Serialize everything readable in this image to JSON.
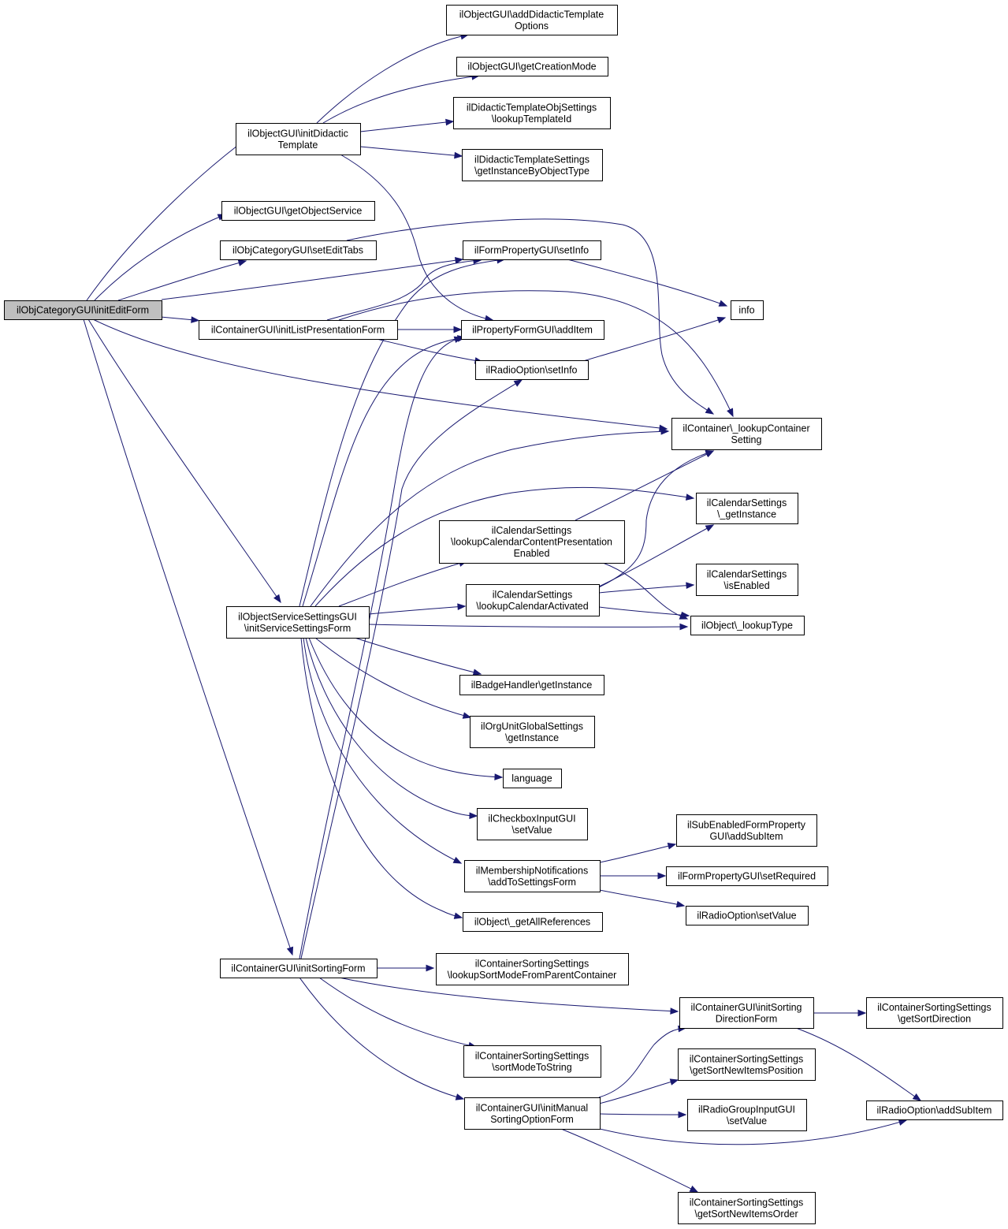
{
  "colors": {
    "edge": "#191970",
    "root_fill": "#bfbfbf",
    "node_fill": "#ffffff",
    "node_border": "#000000"
  },
  "nodes": [
    {
      "id": "root",
      "lines": [
        "ilObjCategoryGUI\\initEditForm"
      ],
      "root": true
    },
    {
      "id": "initDidactic",
      "lines": [
        "ilObjectGUI\\initDidactic",
        "Template"
      ]
    },
    {
      "id": "getObjectService",
      "lines": [
        "ilObjectGUI\\getObjectService"
      ]
    },
    {
      "id": "setEditTabs",
      "lines": [
        "ilObjCategoryGUI\\setEditTabs"
      ]
    },
    {
      "id": "initListPres",
      "lines": [
        "ilContainerGUI\\initListPresentationForm"
      ]
    },
    {
      "id": "initServiceSettings",
      "lines": [
        "ilObjectServiceSettingsGUI",
        "\\initServiceSettingsForm"
      ]
    },
    {
      "id": "initSortingForm",
      "lines": [
        "ilContainerGUI\\initSortingForm"
      ]
    },
    {
      "id": "addDidacticOptions",
      "lines": [
        "ilObjectGUI\\addDidacticTemplate",
        "Options"
      ]
    },
    {
      "id": "getCreationMode",
      "lines": [
        "ilObjectGUI\\getCreationMode"
      ]
    },
    {
      "id": "lookupTemplateId",
      "lines": [
        "ilDidacticTemplateObjSettings",
        "\\lookupTemplateId"
      ]
    },
    {
      "id": "getInstanceByObjectType",
      "lines": [
        "ilDidacticTemplateSettings",
        "\\getInstanceByObjectType"
      ]
    },
    {
      "id": "formSetInfo",
      "lines": [
        "ilFormPropertyGUI\\setInfo"
      ]
    },
    {
      "id": "addItem",
      "lines": [
        "ilPropertyFormGUI\\addItem"
      ]
    },
    {
      "id": "radioSetInfo",
      "lines": [
        "ilRadioOption\\setInfo"
      ]
    },
    {
      "id": "info",
      "lines": [
        "info"
      ]
    },
    {
      "id": "lookupContainerSetting",
      "lines": [
        "ilContainer\\_lookupContainer",
        "Setting"
      ]
    },
    {
      "id": "calGetInstance",
      "lines": [
        "ilCalendarSettings",
        "\\_getInstance"
      ]
    },
    {
      "id": "lookupCalContent",
      "lines": [
        "ilCalendarSettings",
        "\\lookupCalendarContentPresentation",
        "Enabled"
      ]
    },
    {
      "id": "calIsEnabled",
      "lines": [
        "ilCalendarSettings",
        "\\isEnabled"
      ]
    },
    {
      "id": "lookupCalActivated",
      "lines": [
        "ilCalendarSettings",
        "\\lookupCalendarActivated"
      ]
    },
    {
      "id": "lookupType",
      "lines": [
        "ilObject\\_lookupType"
      ]
    },
    {
      "id": "badgeGetInstance",
      "lines": [
        "ilBadgeHandler\\getInstance"
      ]
    },
    {
      "id": "orgUnitGetInstance",
      "lines": [
        "ilOrgUnitGlobalSettings",
        "\\getInstance"
      ]
    },
    {
      "id": "language",
      "lines": [
        "language"
      ]
    },
    {
      "id": "checkboxSetValue",
      "lines": [
        "ilCheckboxInputGUI",
        "\\setValue"
      ]
    },
    {
      "id": "addSubItemSub",
      "lines": [
        "ilSubEnabledFormProperty",
        "GUI\\addSubItem"
      ]
    },
    {
      "id": "membershipNotif",
      "lines": [
        "ilMembershipNotifications",
        "\\addToSettingsForm"
      ]
    },
    {
      "id": "setRequired",
      "lines": [
        "ilFormPropertyGUI\\setRequired"
      ]
    },
    {
      "id": "radioSetValue",
      "lines": [
        "ilRadioOption\\setValue"
      ]
    },
    {
      "id": "getAllReferences",
      "lines": [
        "ilObject\\_getAllReferences"
      ]
    },
    {
      "id": "lookupSortMode",
      "lines": [
        "ilContainerSortingSettings",
        "\\lookupSortModeFromParentContainer"
      ]
    },
    {
      "id": "initSortingDirection",
      "lines": [
        "ilContainerGUI\\initSorting",
        "DirectionForm"
      ]
    },
    {
      "id": "getSortDirection",
      "lines": [
        "ilContainerSortingSettings",
        "\\getSortDirection"
      ]
    },
    {
      "id": "sortModeToString",
      "lines": [
        "ilContainerSortingSettings",
        "\\sortModeToString"
      ]
    },
    {
      "id": "getSortNewItemsPosition",
      "lines": [
        "ilContainerSortingSettings",
        "\\getSortNewItemsPosition"
      ]
    },
    {
      "id": "initManualSorting",
      "lines": [
        "ilContainerGUI\\initManual",
        "SortingOptionForm"
      ]
    },
    {
      "id": "radioGroupSetValue",
      "lines": [
        "ilRadioGroupInputGUI",
        "\\setValue"
      ]
    },
    {
      "id": "radioAddSubItem",
      "lines": [
        "ilRadioOption\\addSubItem"
      ]
    },
    {
      "id": "getSortNewItemsOrder",
      "lines": [
        "ilContainerSortingSettings",
        "\\getSortNewItemsOrder"
      ]
    }
  ],
  "edges": [
    [
      "root",
      "initDidactic"
    ],
    [
      "root",
      "getObjectService"
    ],
    [
      "root",
      "setEditTabs"
    ],
    [
      "root",
      "formSetInfo"
    ],
    [
      "root",
      "initListPres"
    ],
    [
      "root",
      "lookupContainerSetting"
    ],
    [
      "root",
      "initServiceSettings"
    ],
    [
      "root",
      "initSortingForm"
    ],
    [
      "initDidactic",
      "addDidacticOptions"
    ],
    [
      "initDidactic",
      "getCreationMode"
    ],
    [
      "initDidactic",
      "lookupTemplateId"
    ],
    [
      "initDidactic",
      "getInstanceByObjectType"
    ],
    [
      "initDidactic",
      "addItem"
    ],
    [
      "setEditTabs",
      "lookupContainerSetting"
    ],
    [
      "initListPres",
      "formSetInfo"
    ],
    [
      "initListPres",
      "addItem"
    ],
    [
      "initListPres",
      "radioSetInfo"
    ],
    [
      "initListPres",
      "lookupContainerSetting"
    ],
    [
      "formSetInfo",
      "info"
    ],
    [
      "radioSetInfo",
      "info"
    ],
    [
      "initServiceSettings",
      "formSetInfo"
    ],
    [
      "initServiceSettings",
      "addItem"
    ],
    [
      "initServiceSettings",
      "lookupContainerSetting"
    ],
    [
      "initServiceSettings",
      "calGetInstance"
    ],
    [
      "initServiceSettings",
      "lookupCalContent"
    ],
    [
      "initServiceSettings",
      "lookupCalActivated"
    ],
    [
      "initServiceSettings",
      "lookupType"
    ],
    [
      "initServiceSettings",
      "badgeGetInstance"
    ],
    [
      "initServiceSettings",
      "orgUnitGetInstance"
    ],
    [
      "initServiceSettings",
      "language"
    ],
    [
      "initServiceSettings",
      "checkboxSetValue"
    ],
    [
      "initServiceSettings",
      "membershipNotif"
    ],
    [
      "initServiceSettings",
      "getAllReferences"
    ],
    [
      "lookupCalContent",
      "lookupContainerSetting"
    ],
    [
      "lookupCalContent",
      "lookupType"
    ],
    [
      "lookupCalActivated",
      "lookupContainerSetting"
    ],
    [
      "lookupCalActivated",
      "calGetInstance"
    ],
    [
      "lookupCalActivated",
      "calIsEnabled"
    ],
    [
      "lookupCalActivated",
      "lookupType"
    ],
    [
      "membershipNotif",
      "addSubItemSub"
    ],
    [
      "membershipNotif",
      "setRequired"
    ],
    [
      "membershipNotif",
      "radioSetValue"
    ],
    [
      "initSortingForm",
      "addItem"
    ],
    [
      "initSortingForm",
      "radioSetInfo"
    ],
    [
      "initSortingForm",
      "lookupSortMode"
    ],
    [
      "initSortingForm",
      "initSortingDirection"
    ],
    [
      "initSortingForm",
      "sortModeToString"
    ],
    [
      "initSortingForm",
      "initManualSorting"
    ],
    [
      "initSortingDirection",
      "getSortDirection"
    ],
    [
      "initSortingDirection",
      "radioAddSubItem"
    ],
    [
      "initManualSorting",
      "initSortingDirection"
    ],
    [
      "initManualSorting",
      "getSortNewItemsPosition"
    ],
    [
      "initManualSorting",
      "radioGroupSetValue"
    ],
    [
      "initManualSorting",
      "radioAddSubItem"
    ],
    [
      "initManualSorting",
      "getSortNewItemsOrder"
    ]
  ]
}
